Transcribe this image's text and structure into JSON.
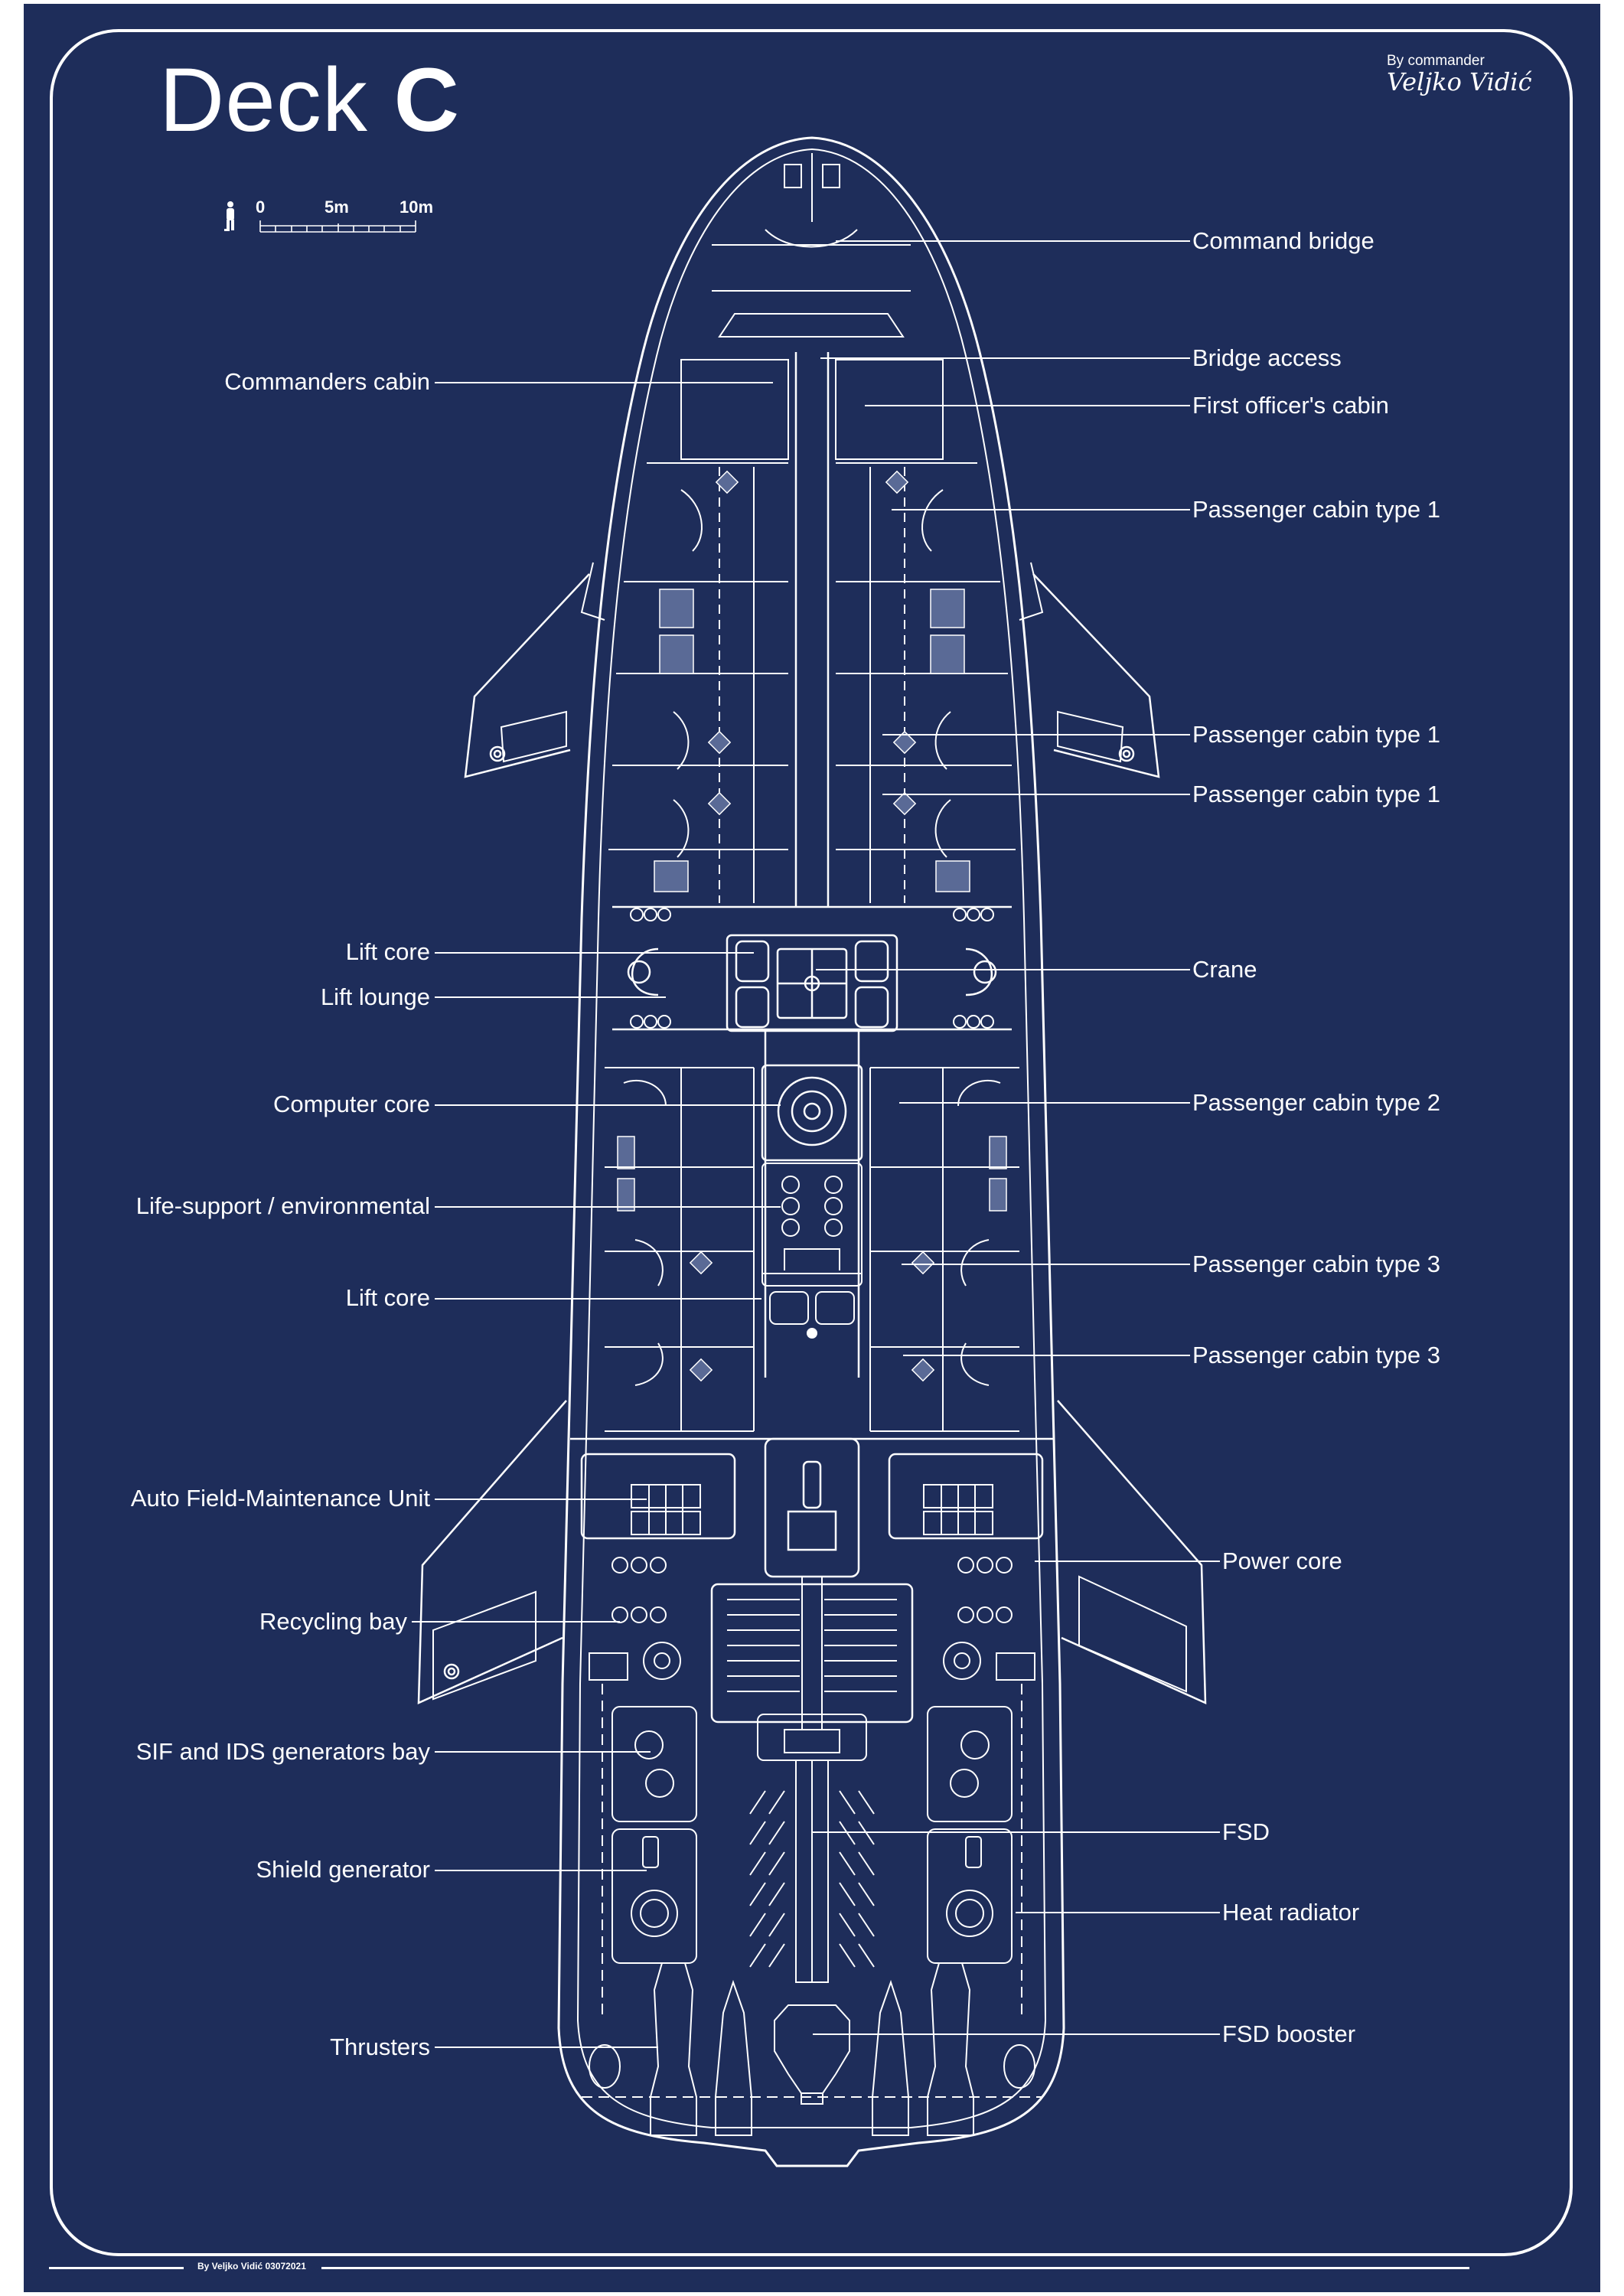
{
  "header": {
    "title_prefix": "Deck",
    "title_letter": "C",
    "author_prefix": "By commander",
    "author_name": "Veljko Vidić"
  },
  "scale_bar": {
    "figure_icon": "person-silhouette-icon",
    "ticks": [
      "0",
      "5m",
      "10m"
    ]
  },
  "footer": {
    "credit": "By Veljko Vidić 03072021"
  },
  "colors": {
    "background": "#1e2d5a",
    "lines": "#ffffff",
    "page_margin": "#ffffff"
  },
  "labels": {
    "left": [
      "Commanders cabin",
      "Lift core",
      "Lift lounge",
      "Computer core",
      "Life-support / environmental",
      "Lift core",
      "Auto Field-Maintenance Unit",
      "Recycling bay",
      "SIF and IDS generators bay",
      "Shield generator",
      "Thrusters"
    ],
    "right": [
      "Command bridge",
      "Bridge access",
      "First officer's cabin",
      "Passenger cabin type 1",
      "Passenger cabin type 1",
      "Passenger cabin type 1",
      "Crane",
      "Passenger cabin type 2",
      "Passenger cabin type 3",
      "Passenger cabin type 3",
      "Power core",
      "FSD",
      "Heat radiator",
      "FSD booster"
    ]
  }
}
